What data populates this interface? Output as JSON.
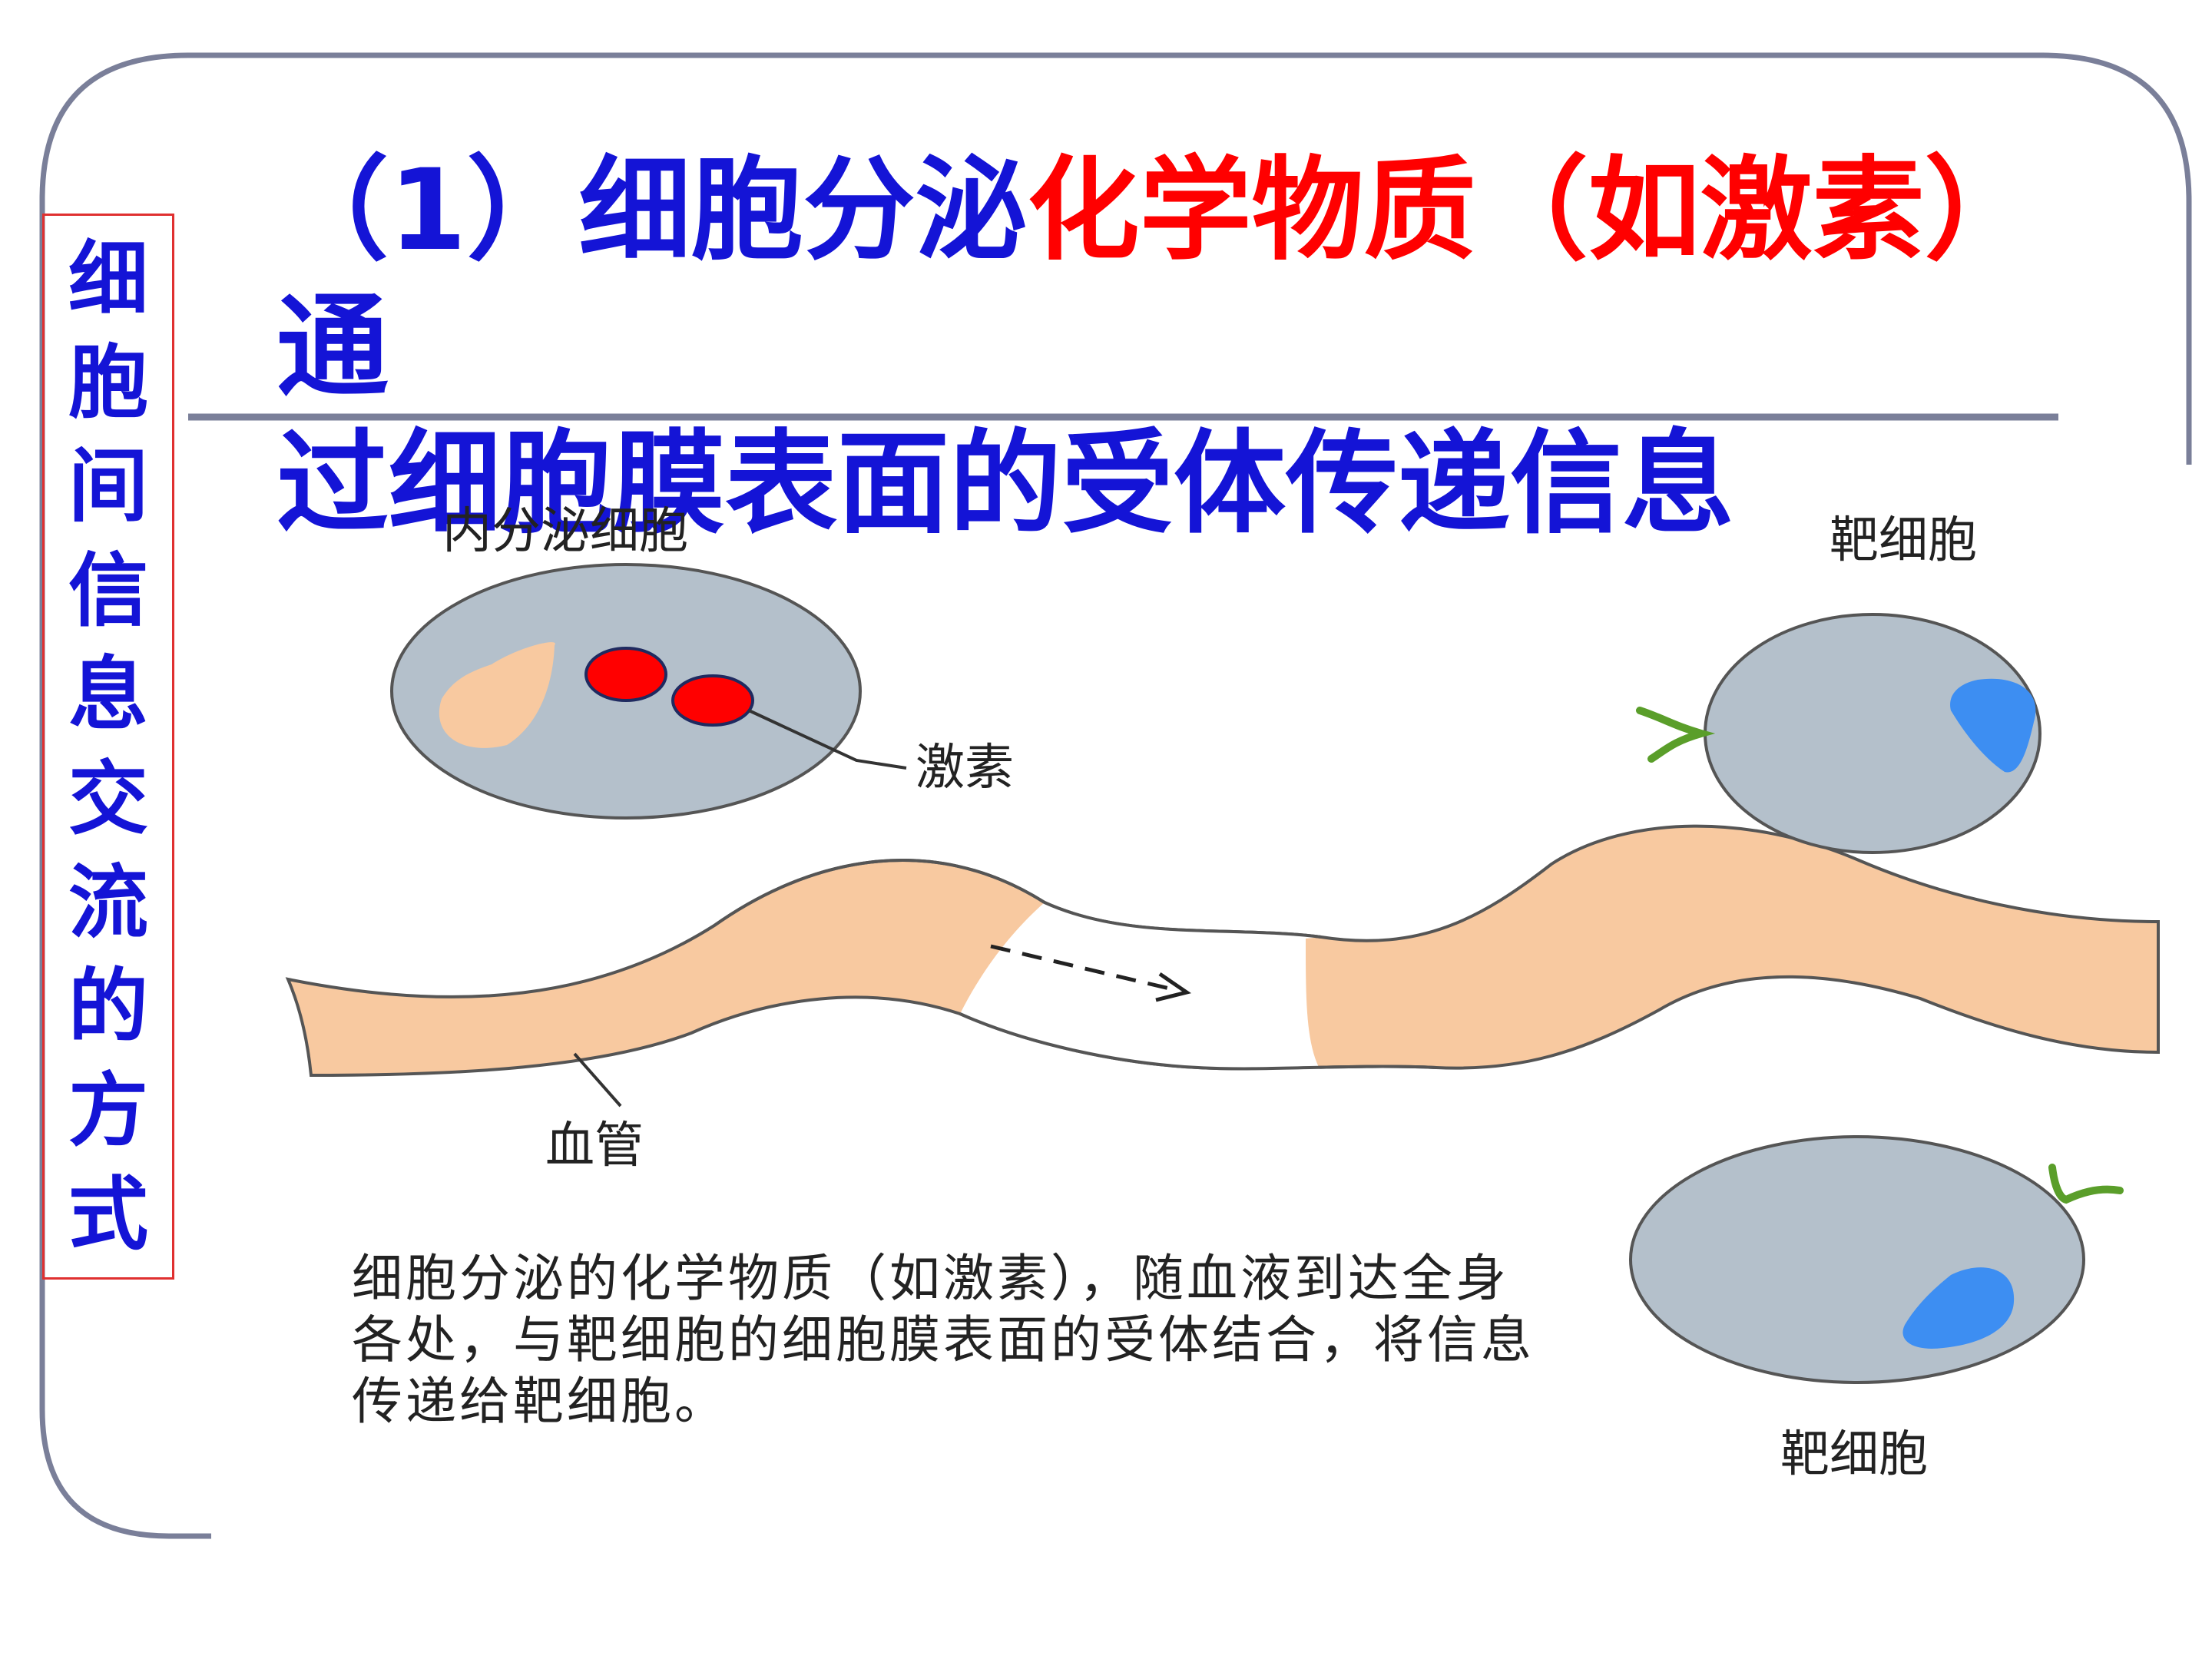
{
  "side_title": [
    "细",
    "胞",
    "间",
    "信",
    "息",
    "交",
    "流",
    "的",
    "方",
    "式"
  ],
  "heading": {
    "prefix": "（1）细胞分泌",
    "highlight": "化学物质（如激素）",
    "suffix_line1": "通",
    "line2": "过细胞膜表面的受体传递信息"
  },
  "diagram": {
    "endocrine_cell_label": "内分泌细胞",
    "hormone_label": "激素",
    "blood_vessel_label": "血管",
    "target_cell_top_label": "靶细胞",
    "target_cell_bottom_label": "靶细胞",
    "caption": "细胞分泌的化学物质（如激素），随血液到达全身各处，与靶细胞的细胞膜表面的受体结合，将信息传递给靶细胞。"
  },
  "colors": {
    "title_blue": "#1414d6",
    "highlight_red": "#ff0000",
    "cell_gray": "#b4c0cb",
    "vessel_peach": "#f8c9a0",
    "hormone_red": "#ff0000",
    "nucleus_blue": "#3d8ef2",
    "receptor_green": "#5a9e2a",
    "frame_gray": "#7a7f99"
  }
}
